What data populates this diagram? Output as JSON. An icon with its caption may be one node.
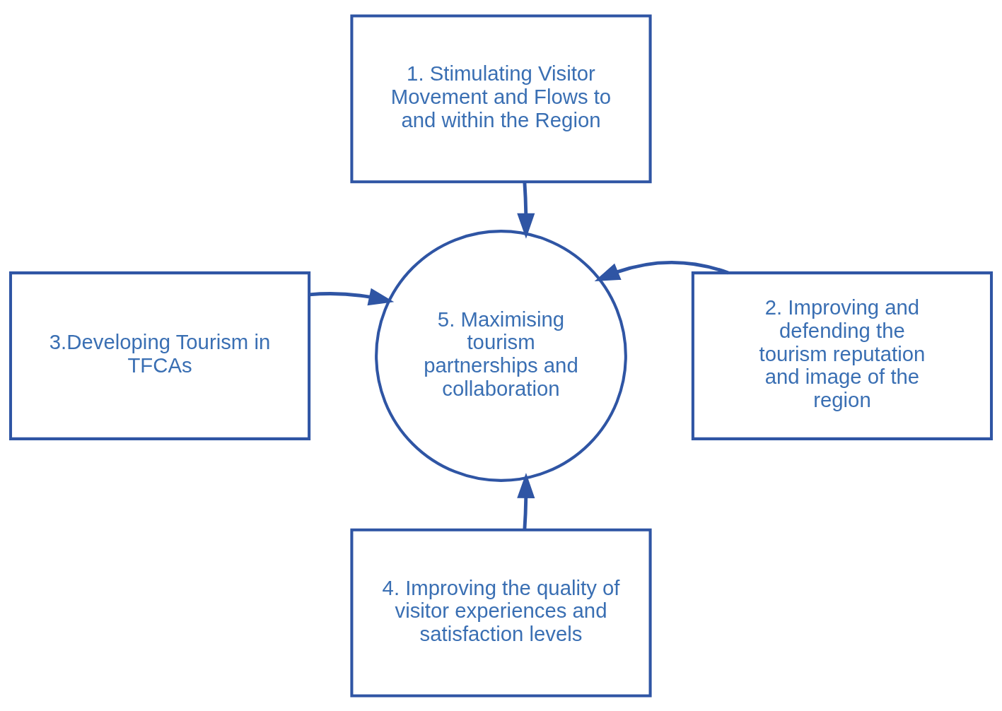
{
  "diagram": {
    "nodes": [
      {
        "text": [
          "1. Stimulating Visitor Movement and Flows to and within the Region"
        ]
      },
      {
        "text": [
          "3.Developing Tourism in TFCAs"
        ]
      },
      {
        "text": [
          "5. Maximising tourism partnerships and collaboration"
        ]
      },
      {
        "text": [
          "2. Improving and defending the tourism reputation and image of the region"
        ]
      },
      {
        "text": [
          "4. Improving the quality of visitor experiences and satisfaction levels"
        ]
      }
    ],
    "edges": [
      {
        "from": 0,
        "to": 2,
        "arrow": "to"
      },
      {
        "from": 1,
        "to": 2,
        "arrow": "to"
      },
      {
        "from": 3,
        "to": 2,
        "arrow": "to"
      },
      {
        "from": 4,
        "to": 2,
        "arrow": "to"
      }
    ]
  }
}
